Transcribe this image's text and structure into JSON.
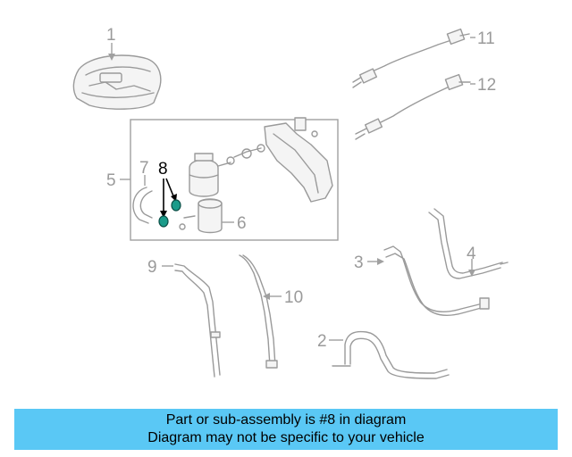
{
  "callouts": {
    "c1": "1",
    "c2": "2",
    "c3": "3",
    "c4": "4",
    "c5": "5",
    "c6": "6",
    "c7": "7",
    "c8": "8",
    "c9": "9",
    "c10": "10",
    "c11": "11",
    "c12": "12"
  },
  "highlight_color": "#1a9b8a",
  "banner": {
    "line1": "Part or sub-assembly is #8 in diagram",
    "line2": "Diagram may not be specific to your vehicle",
    "background": "#5ac8f5"
  }
}
